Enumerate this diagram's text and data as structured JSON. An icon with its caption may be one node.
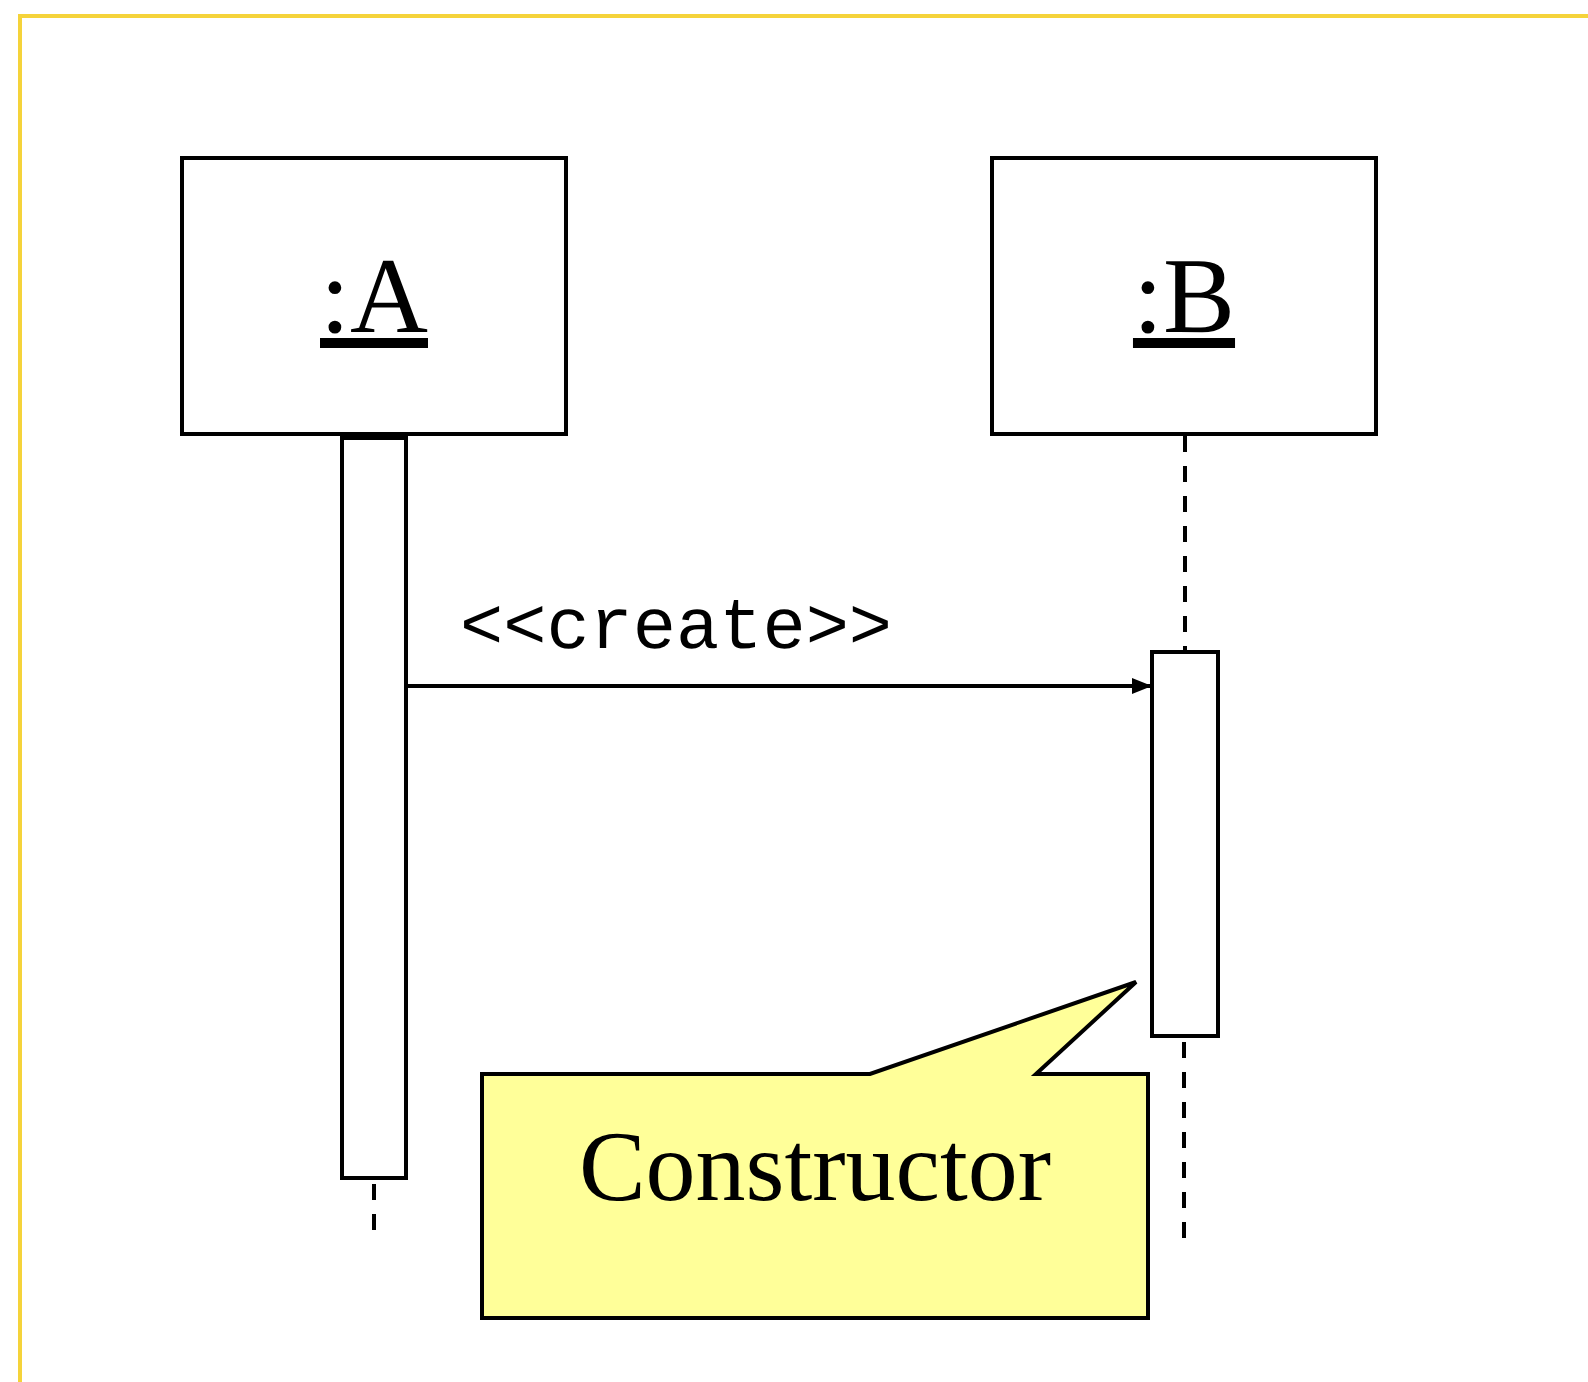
{
  "diagram": {
    "nodes": [
      {
        "text": [
          ":A"
        ]
      },
      {
        "text": [
          ":B"
        ]
      },
      {
        "text": [],
        "shape": "bar"
      },
      {
        "text": [],
        "shape": "bar"
      },
      {
        "text": [
          "Constructor"
        ]
      }
    ],
    "edges": [
      {
        "from": 1,
        "to": 3,
        "arrow": "none",
        "style": "dashed"
      },
      {
        "from": 2,
        "to": 3,
        "arrow": "to",
        "label": "<<create>>"
      }
    ]
  }
}
